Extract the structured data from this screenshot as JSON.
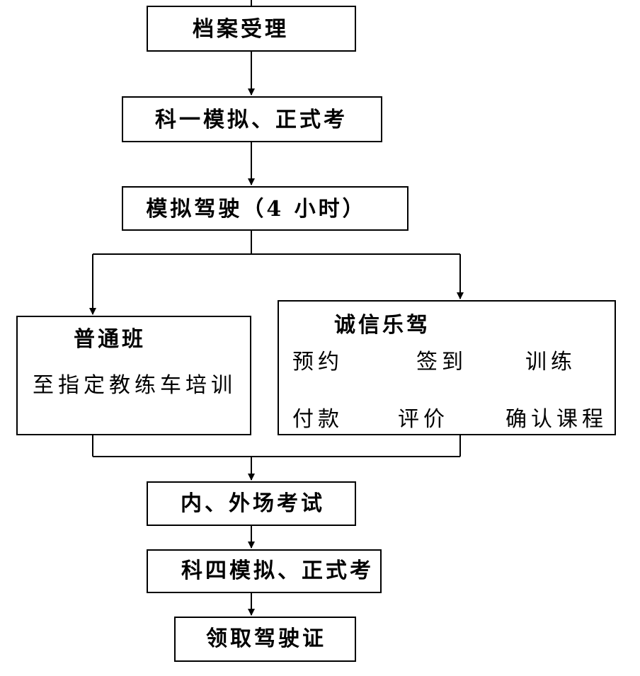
{
  "steps": {
    "step1": "档案受理",
    "step2": "科一模拟、正式考",
    "step3": "模拟驾驶（4 小时）",
    "step6": "内、外场考试",
    "step7": "科四模拟、正式考",
    "step8": "领取驾驶证"
  },
  "regular_class": {
    "title": "普通班",
    "description": "至指定教练车培训"
  },
  "integrity_class": {
    "title": "诚信乐驾",
    "flow": [
      "预约",
      "签到",
      "训练",
      "确认课程",
      "评价",
      "付款"
    ]
  }
}
